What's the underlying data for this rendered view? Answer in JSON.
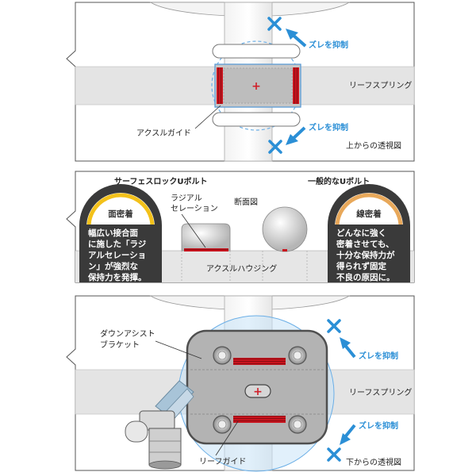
{
  "panel1": {
    "zure_top": "ズレを抑制",
    "zure_bottom": "ズレを抑制",
    "leaf_spring": "リーフスプリング",
    "axle_guide": "アクスルガイド",
    "view": "上からの透視図"
  },
  "panel2": {
    "left_title": "サーフェスロックUボルト",
    "right_title": "一般的なUボルト",
    "left_badge": "面密着",
    "left_lines": [
      "幅広い接合面",
      "に施した「ラジ",
      "アルセレーショ",
      "ン」が強烈な",
      "保持力を発揮。"
    ],
    "right_badge": "線密着",
    "right_lines": [
      "どんなに強く",
      "密着させても、",
      "十分な保持力が",
      "得られず固定",
      "不良の原因に。"
    ],
    "radial_1": "ラジアル",
    "radial_2": "セレーション",
    "section": "断面図",
    "axle_housing": "アクスルハウジング"
  },
  "panel3": {
    "downassist_1": "ダウンアシスト",
    "downassist_2": "ブラケット",
    "zure_top": "ズレを抑制",
    "zure_bottom": "ズレを抑制",
    "leaf_spring": "リーフスプリング",
    "leaf_guide": "リーフガイド",
    "view": "下からの透視図"
  },
  "colors": {
    "accent_blue": "#2b8fd6",
    "serration_red": "#c8141e",
    "bubble_yellow": "#f3c11a",
    "bubble_orange": "#e8a85a",
    "bolt_dark": "#3a3a3a"
  }
}
